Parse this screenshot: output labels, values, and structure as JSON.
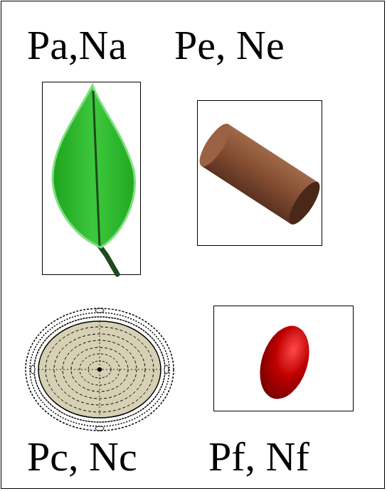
{
  "diagram": {
    "labels": [
      "Pa,Na",
      "Pe, Ne",
      "Pc, Nc",
      "Pf, Nf"
    ]
  }
}
